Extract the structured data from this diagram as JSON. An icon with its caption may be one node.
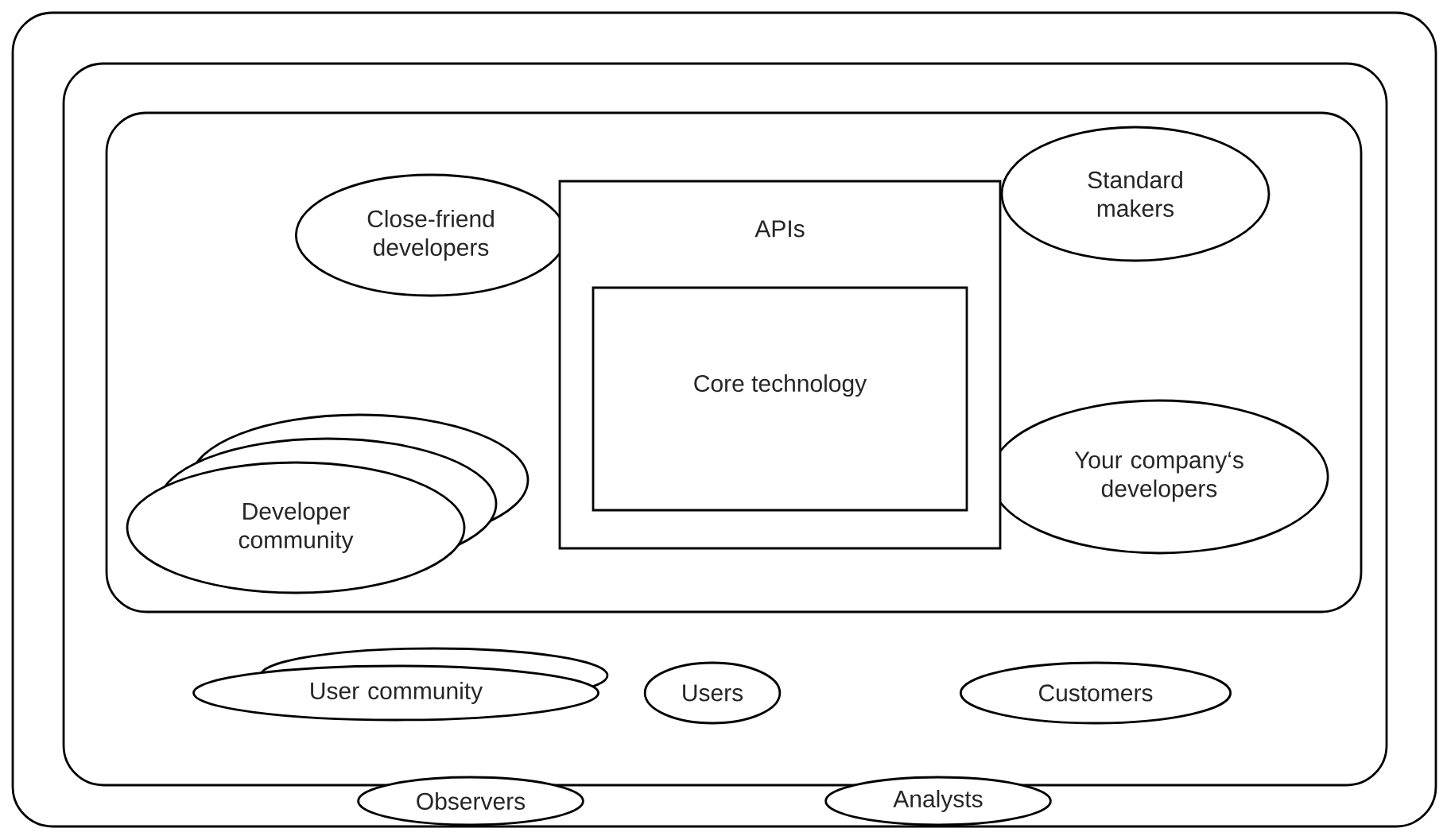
{
  "diagram": {
    "nodes": [
      {
        "text": [],
        "shape": "box"
      },
      {
        "text": [],
        "shape": "box",
        "in": 0
      },
      {
        "text": [],
        "shape": "box",
        "in": 1
      },
      {
        "text": [
          "APIs"
        ],
        "in": 2
      },
      {
        "text": [
          "Core technology"
        ],
        "in": 3
      },
      {
        "text": [
          "Close-friend developers"
        ],
        "in": 2
      },
      {
        "text": [
          "Standard makers"
        ],
        "in": 2
      },
      {
        "text": [
          "Your company‘s developers"
        ],
        "in": 2
      },
      {
        "text": [
          "Developer community"
        ],
        "in": 2
      },
      {
        "text": [
          "User community"
        ],
        "in": 1
      },
      {
        "text": [
          "Users"
        ],
        "in": 1
      },
      {
        "text": [
          "Customers"
        ],
        "in": 1
      },
      {
        "text": [
          "Observers"
        ],
        "in": 0
      },
      {
        "text": [
          "Analysts"
        ],
        "in": 0
      }
    ]
  }
}
